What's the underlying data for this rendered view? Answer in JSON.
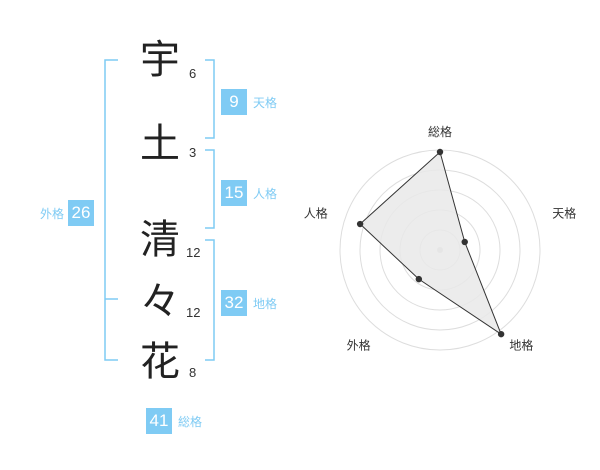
{
  "name": {
    "characters": [
      {
        "char": "宇",
        "strokes": "6"
      },
      {
        "char": "土",
        "strokes": "3"
      },
      {
        "char": "清",
        "strokes": "12"
      },
      {
        "char": "々",
        "strokes": "12"
      },
      {
        "char": "花",
        "strokes": "8"
      }
    ]
  },
  "fortunes": {
    "tenkaku": {
      "value": "9",
      "label": "天格"
    },
    "jinkaku": {
      "value": "15",
      "label": "人格"
    },
    "chikaku": {
      "value": "32",
      "label": "地格"
    },
    "gaikaku": {
      "value": "26",
      "label": "外格"
    },
    "soukaku": {
      "value": "41",
      "label": "総格"
    }
  },
  "colors": {
    "accent": "#7fcbf4",
    "ring": "#dddddd",
    "fill": "#e9e9e9",
    "point": "#333333"
  },
  "chart_data": {
    "type": "radar",
    "axes": [
      "総格",
      "天格",
      "地格",
      "外格",
      "人格"
    ],
    "values": [
      4.9,
      1.3,
      5.2,
      1.8,
      4.2
    ],
    "max": 5,
    "rings": 5
  }
}
